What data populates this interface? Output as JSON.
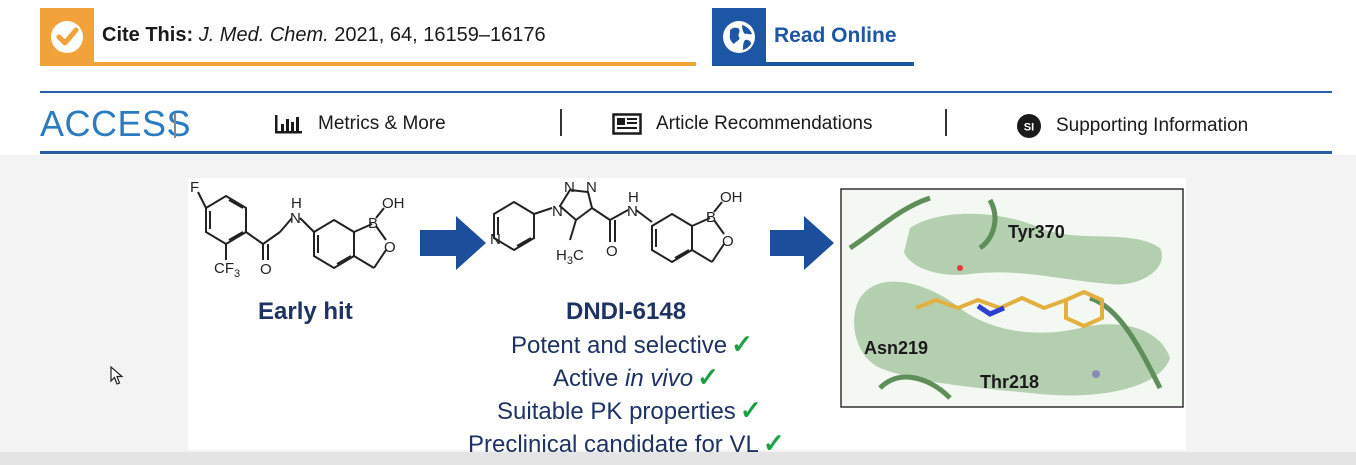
{
  "citation": {
    "label": "Cite This:",
    "journal": "J. Med. Chem.",
    "details": "2021, 64, 16159–16176",
    "icon": "check-icon",
    "accent_color": "#f2a23a"
  },
  "read_online": {
    "label": "Read Online",
    "icon": "globe-icon",
    "accent_color": "#1c56a5"
  },
  "access_bar": {
    "label": "ACCESS",
    "tabs": [
      {
        "label": "Metrics & More",
        "icon": "bar-chart-icon"
      },
      {
        "label": "Article Recommendations",
        "icon": "newspaper-icon"
      },
      {
        "label": "Supporting Information",
        "icon": "si-badge-icon",
        "badge_text": "SI"
      }
    ]
  },
  "figure": {
    "compound_1": {
      "name": "Early hit",
      "atoms": {
        "f": "F",
        "nh": "H",
        "n": "N",
        "o": "O",
        "b": "B",
        "oh": "OH",
        "cf3_main": "CF",
        "cf3_sub": "3",
        "ring_o": "O"
      }
    },
    "compound_2": {
      "name": "DNDI-6148",
      "atoms": {
        "triazole_n1": "N",
        "triazole_n2": "N",
        "triazole_n3": "N",
        "pyr_n": "N",
        "nh": "H",
        "n": "N",
        "o": "O",
        "b": "B",
        "oh": "OH",
        "me_main": "H",
        "me_sub": "3",
        "me_c": "C",
        "ring_o": "O"
      }
    },
    "properties": [
      {
        "pre": "Potent and selective",
        "em": "",
        "post": ""
      },
      {
        "pre": "Active ",
        "em": "in vivo",
        "post": ""
      },
      {
        "pre": "Suitable PK properties",
        "em": "",
        "post": ""
      },
      {
        "pre": "Preclinical candidate for VL",
        "em": "",
        "post": ""
      }
    ],
    "checkmark": "✓",
    "structure_labels": [
      "Tyr370",
      "Asn219",
      "Thr218"
    ],
    "colors": {
      "label": "#1f3264",
      "check": "#1fa046",
      "arrow": "#1d4e9b"
    }
  }
}
